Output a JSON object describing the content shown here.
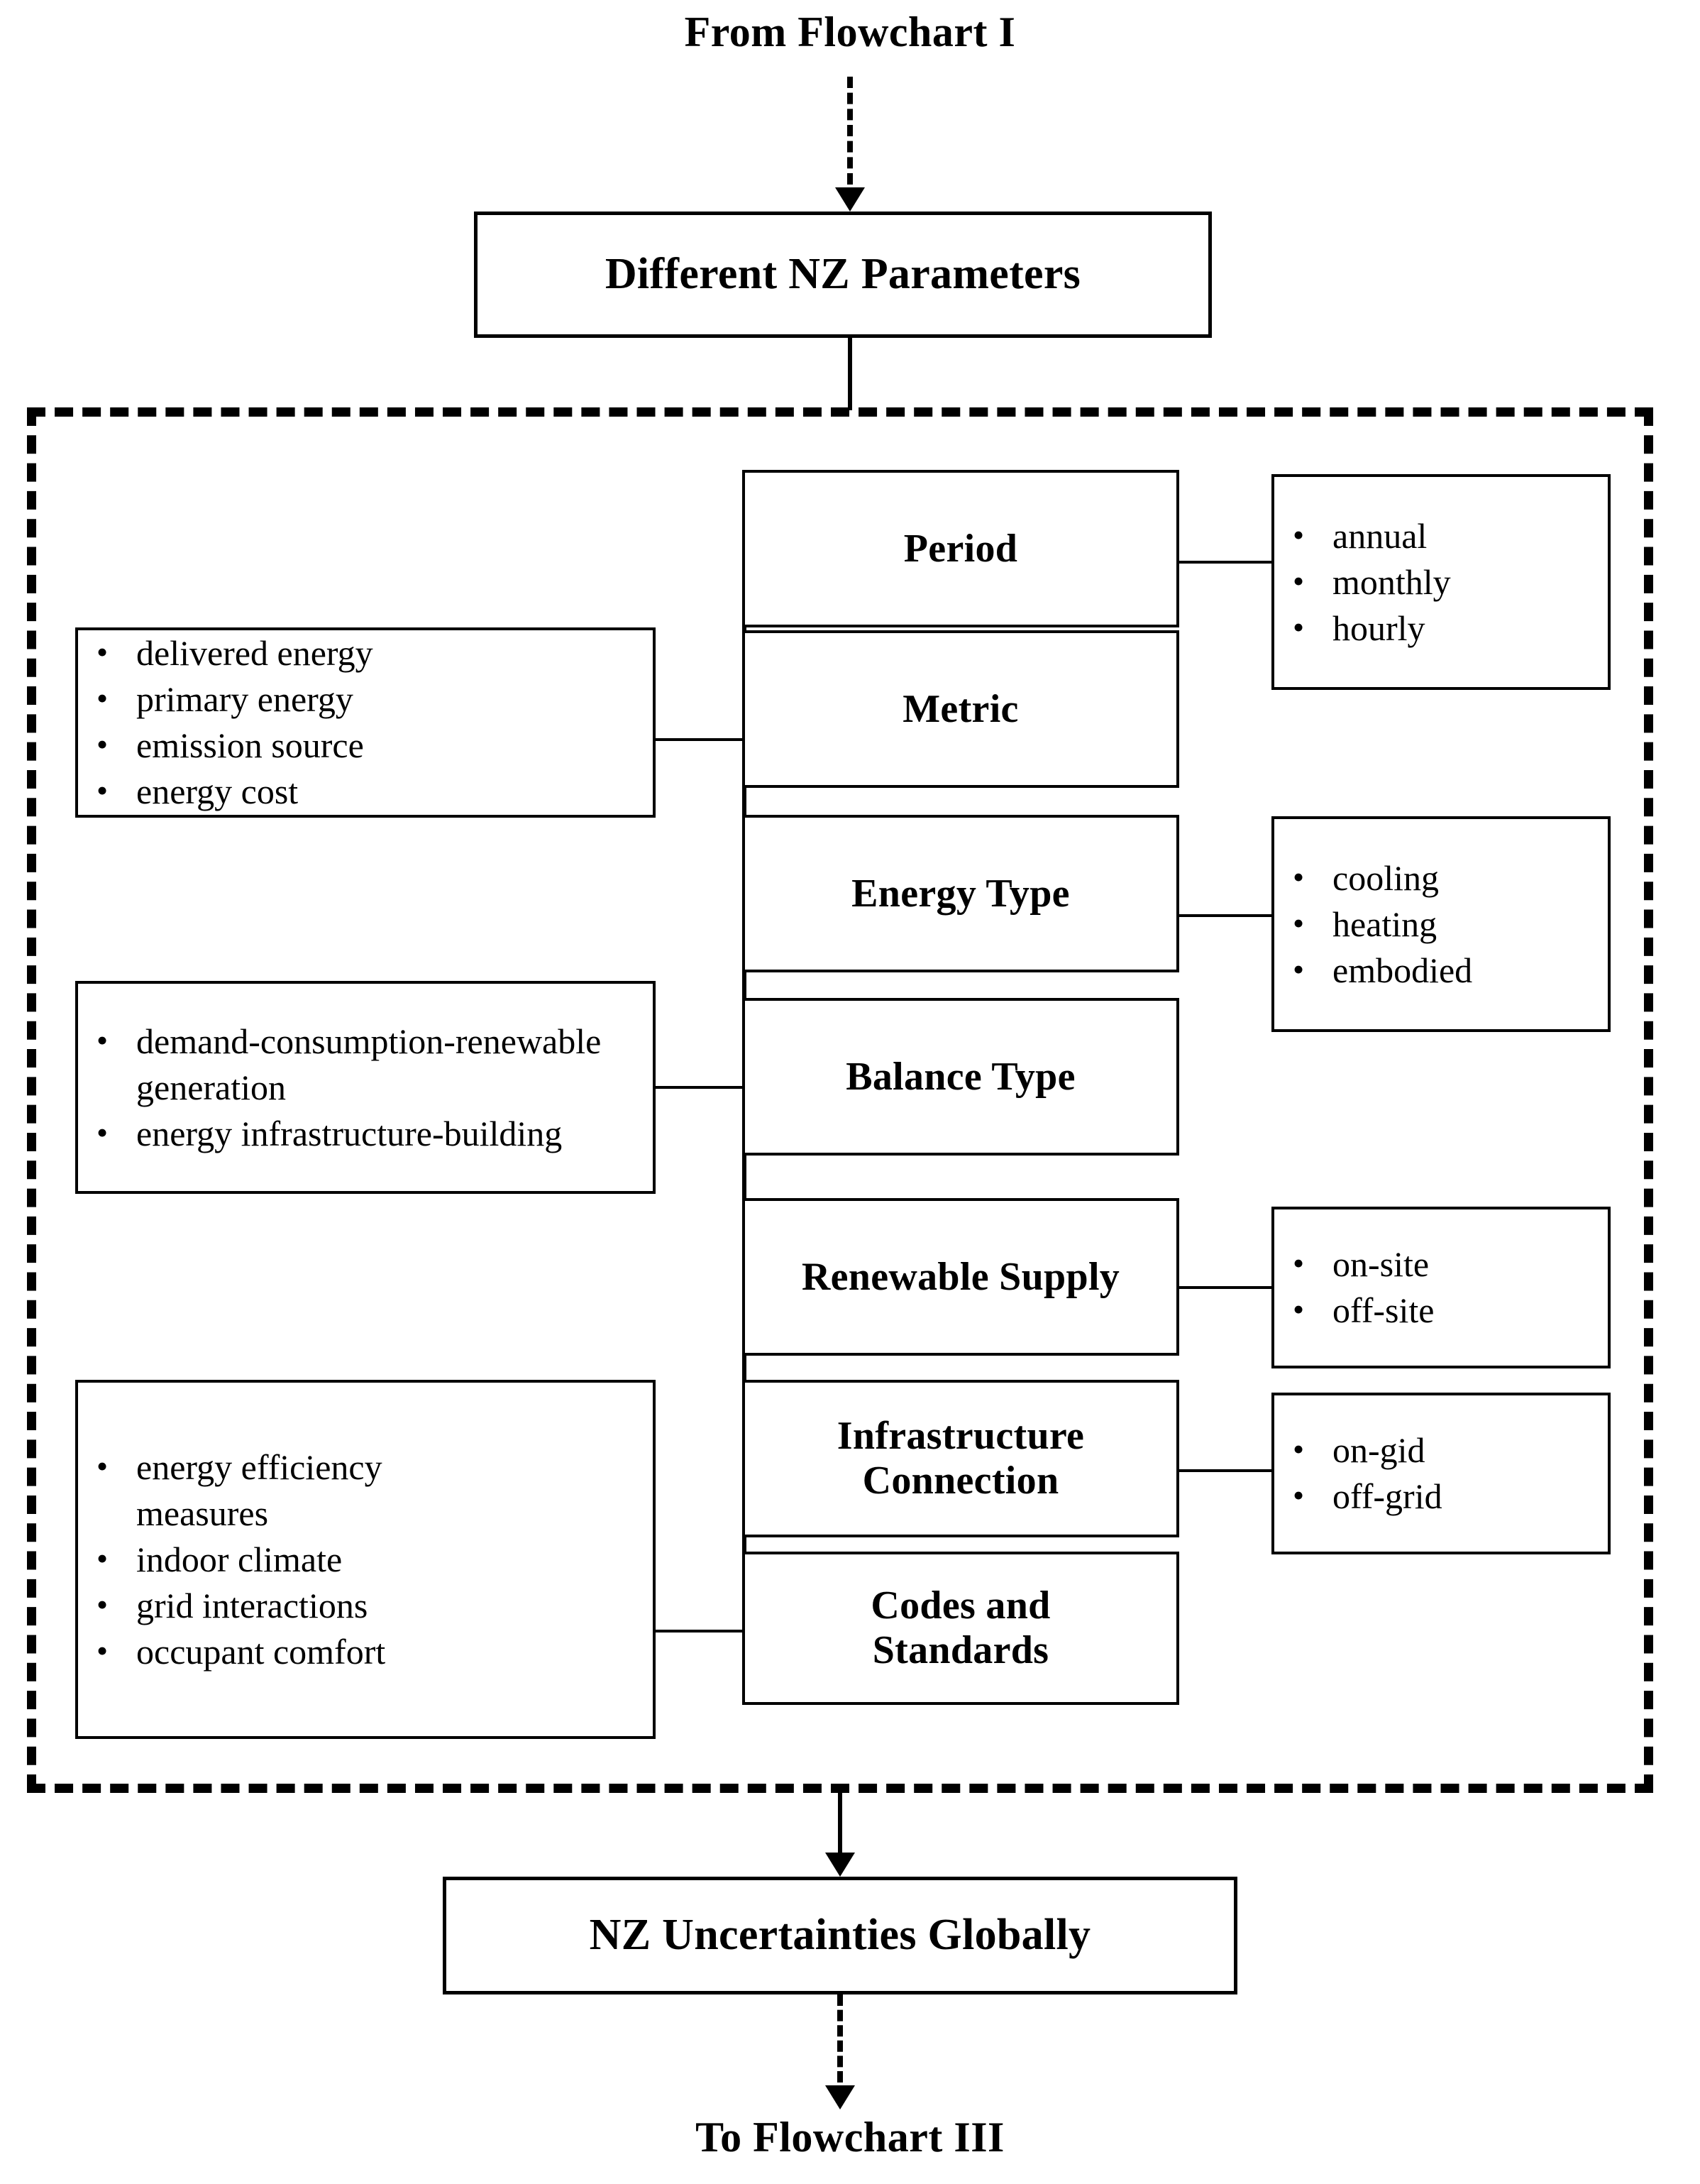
{
  "flow": {
    "entry_label": "From Flowchart I",
    "exit_label": "To Flowchart III",
    "top_stage": "Different NZ Parameters",
    "bottom_stage": "NZ Uncertainties Globally"
  },
  "parameters": [
    {
      "id": "period",
      "title": "Period"
    },
    {
      "id": "metric",
      "title": "Metric"
    },
    {
      "id": "energy-type",
      "title": "Energy Type"
    },
    {
      "id": "balance-type",
      "title": "Balance Type"
    },
    {
      "id": "renewable",
      "title": "Renewable Supply"
    },
    {
      "id": "infrastructure",
      "title": "Infrastructure Connection"
    },
    {
      "id": "codes",
      "title": "Codes and Standards"
    }
  ],
  "left_lists": [
    {
      "id": "metric-options",
      "linked_to": "Metric",
      "items": [
        "delivered energy",
        "primary energy",
        "emission source",
        "energy cost"
      ]
    },
    {
      "id": "balance-type-options",
      "linked_to": "Balance Type",
      "items": [
        "demand-consumption-renewable generation",
        "energy infrastructure-building"
      ]
    },
    {
      "id": "codes-standards-options",
      "linked_to": "Codes and Standards",
      "items": [
        "energy efficiency measures",
        "indoor climate",
        "grid interactions",
        "occupant comfort"
      ]
    }
  ],
  "right_lists": [
    {
      "id": "period-options",
      "linked_to": "Period",
      "items": [
        "annual",
        "monthly",
        "hourly"
      ]
    },
    {
      "id": "energy-type-options",
      "linked_to": "Energy Type",
      "items": [
        "cooling",
        "heating",
        "embodied"
      ]
    },
    {
      "id": "renewable-supply-options",
      "linked_to": "Renewable Supply",
      "items": [
        "on-site",
        "off-site"
      ]
    },
    {
      "id": "infrastructure-connection-options",
      "linked_to": "Infrastructure Connection",
      "items": [
        "on-gid",
        "off-grid"
      ]
    }
  ],
  "bullet_glyph": "•",
  "colors": {
    "line": "#000000",
    "background": "#ffffff"
  }
}
